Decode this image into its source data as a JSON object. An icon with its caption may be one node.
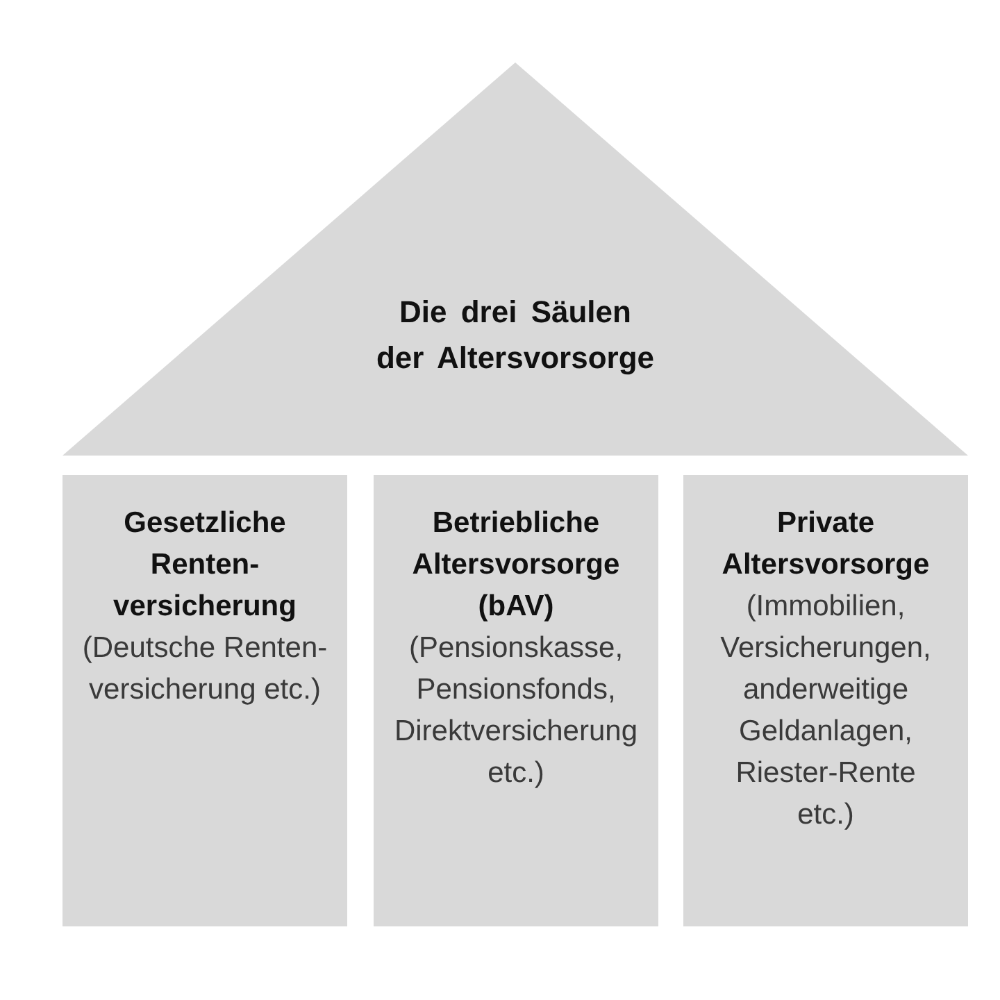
{
  "diagram": {
    "nodes": [
      {
        "text": [
          "Die drei Säulen der Altersvorsorge"
        ]
      },
      {
        "text": [
          "Gesetzliche Renten- versicherung",
          "(Deutsche Renten- versicherung etc.)"
        ]
      },
      {
        "text": [
          "Betriebliche Altersvorsorge (bAV)",
          "(Pensionskasse, Pensionsfonds, Direktversicherung etc.)"
        ]
      },
      {
        "text": [
          "Private Altersvorsorge",
          "(Immobilien, Versicherungen, anderweitige Geldanlagen, Riester-Rente etc.)"
        ]
      }
    ]
  }
}
